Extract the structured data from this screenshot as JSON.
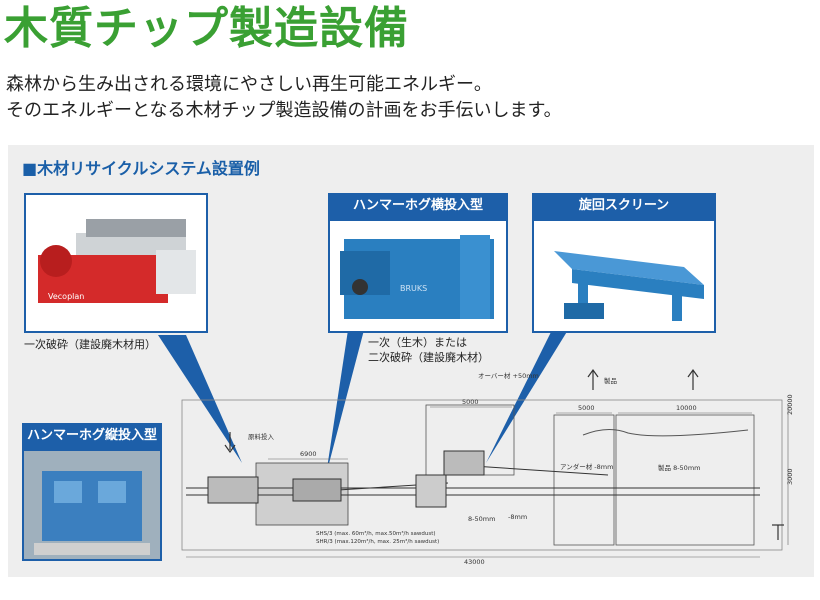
{
  "page": {
    "title": "木質チップ製造設備",
    "intro_line1": "森林から生み出される環境にやさしい再生可能エネルギー。",
    "intro_line2": "そのエネルギーとなる木材チップ製造設備の計画をお手伝いします。"
  },
  "section": {
    "heading": "■木材リサイクルシステム設置例"
  },
  "equipment": [
    {
      "label": "",
      "caption1": "一次破砕（建設廃木材用）",
      "caption2": "",
      "photo_brand": "Vecoplan"
    },
    {
      "label": "ハンマーホグ横投入型",
      "caption1": "一次（生木）または",
      "caption2": "二次破砕（建設廃木材）",
      "photo_brand": "BRUKS"
    },
    {
      "label": "旋回スクリーン",
      "caption1": "",
      "caption2": ""
    },
    {
      "label": "ハンマーホグ縦投入型",
      "caption1": "",
      "caption2": ""
    }
  ],
  "diagram": {
    "material_input": "原料投入",
    "product_label": "製品",
    "oversize": "オーバー材 +50mm",
    "undersize": "アンダー材 -8mm",
    "product_size": "製品 8-50mm",
    "dim_6900": "6900",
    "dim_5000a": "5000",
    "dim_5000b": "5000",
    "dim_10000": "10000",
    "dim_43000": "43000",
    "dim_20000": "20000",
    "dim_3000": "3000",
    "size_8_50": "8-50mm",
    "size_8": "-8mm",
    "spec_1": "SHS/3 (max. 60m³/h, max.50m³/h sawdust)",
    "spec_2": "SHR/3 (max.120m³/h, max. 25m³/h sawdust)"
  },
  "colors": {
    "title_green": "#3aa033",
    "brand_blue": "#1d5fa9",
    "machine_red": "#d42a2a",
    "machine_blue": "#2a7fc0"
  }
}
